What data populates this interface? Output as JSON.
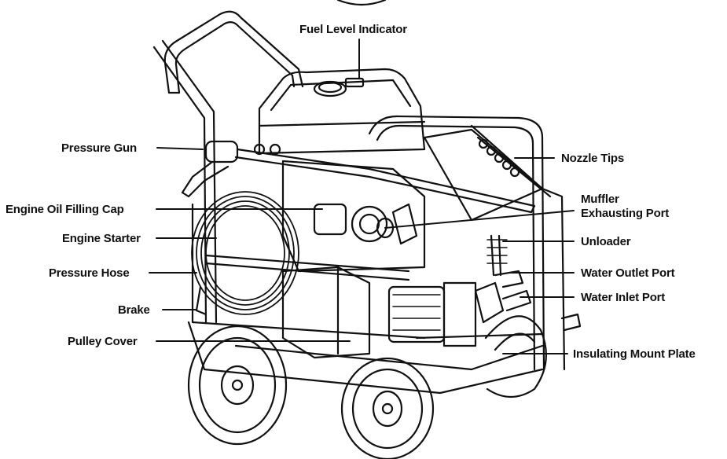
{
  "labels": {
    "fuel_level_indicator": "Fuel Level Indicator",
    "pressure_gun": "Pressure Gun",
    "engine_oil_filling_cap": "Engine Oil Filling Cap",
    "engine_starter": "Engine Starter",
    "pressure_hose": "Pressure Hose",
    "brake": "Brake",
    "pulley_cover": "Pulley Cover",
    "nozzle_tips": "Nozzle Tips",
    "muffler_line1": "Muffler",
    "muffler_line2": "Exhausting Port",
    "unloader": "Unloader",
    "water_outlet_port": "Water Outlet Port",
    "water_inlet_port": "Water Inlet Port",
    "insulating_mount_plate": "Insulating Mount Plate"
  },
  "colors": {
    "line": "#111111",
    "background": "#ffffff"
  }
}
